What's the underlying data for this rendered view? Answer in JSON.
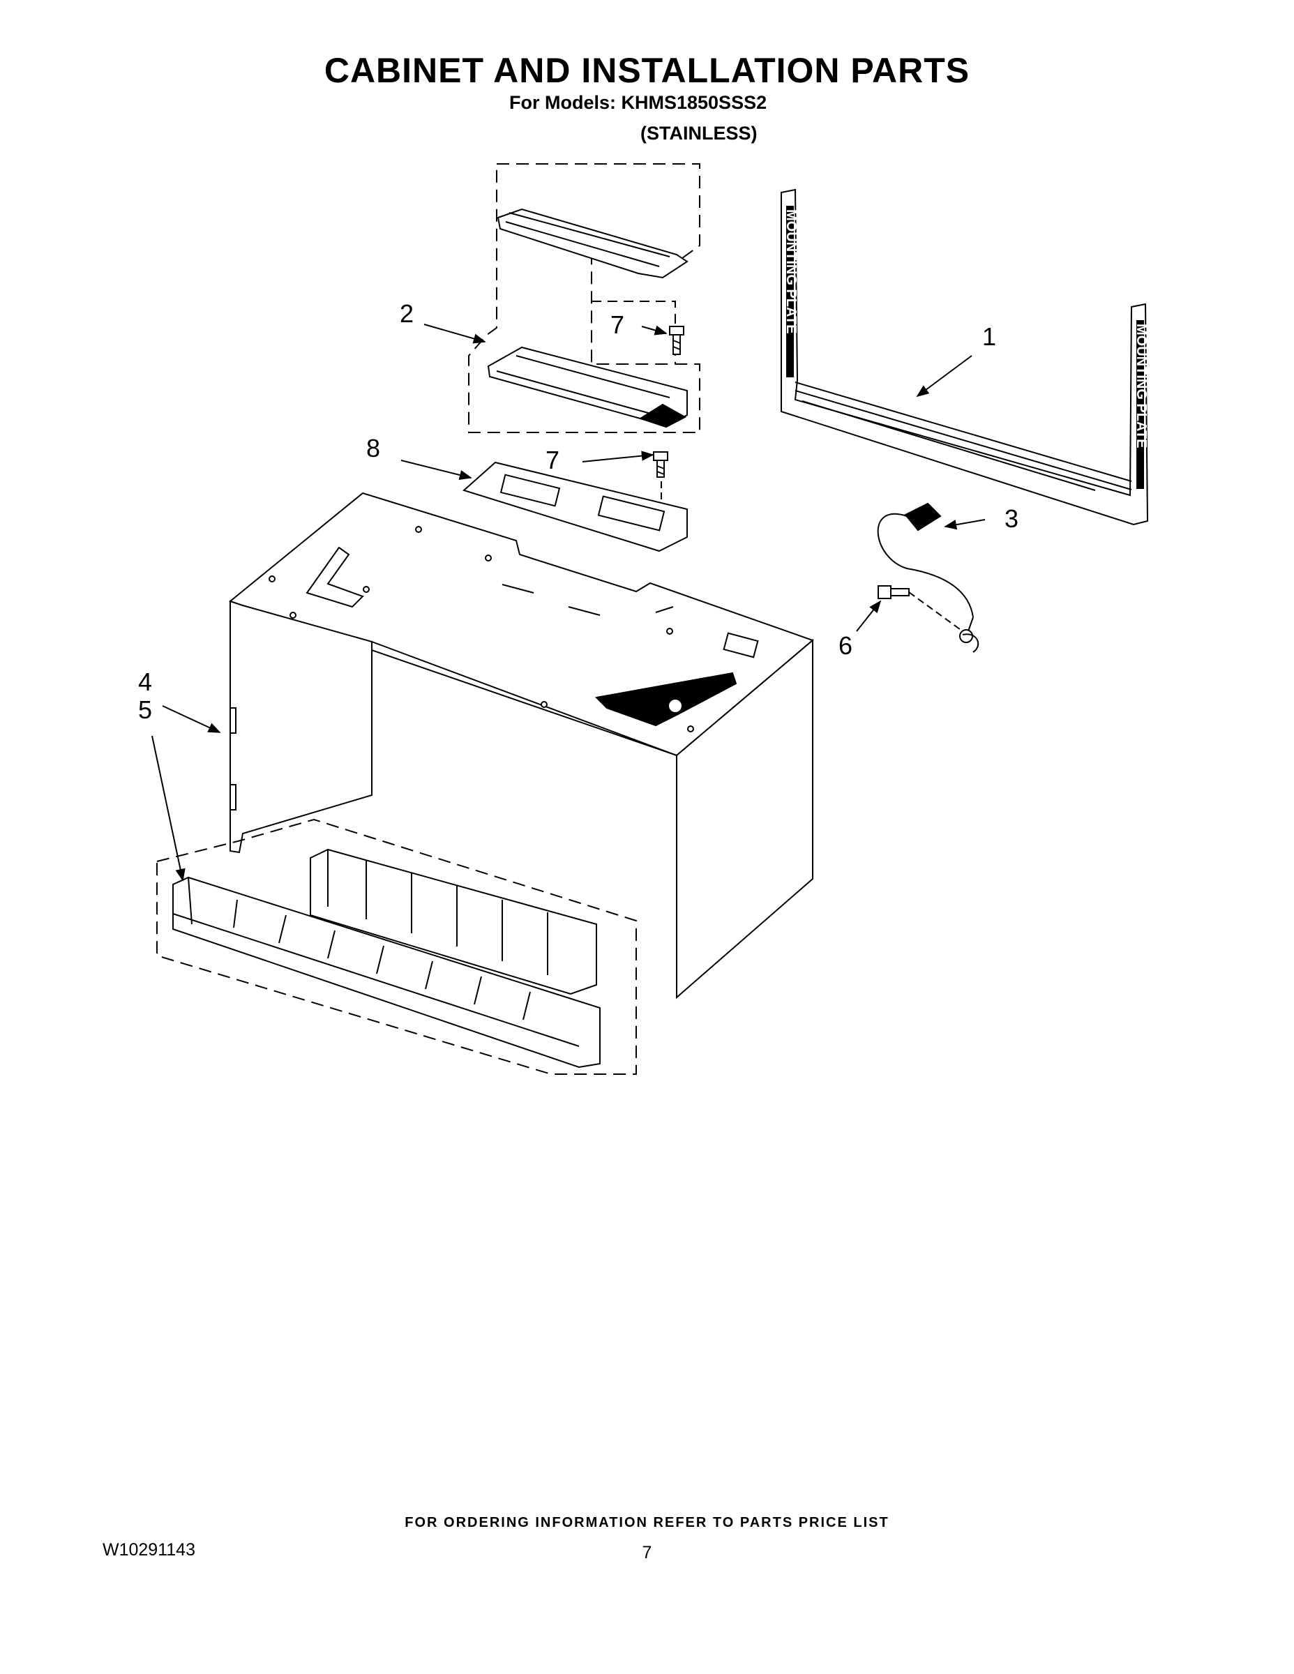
{
  "header": {
    "title": "CABINET AND INSTALLATION PARTS",
    "models_line": "For Models: KHMS1850SSS2",
    "finish_line": "(STAINLESS)"
  },
  "diagram": {
    "plate_label": "MOUNTING PLATE",
    "callouts": {
      "c1": "1",
      "c2": "2",
      "c3": "3",
      "c4": "4",
      "c5": "5",
      "c6": "6",
      "c7a": "7",
      "c7b": "7",
      "c8": "8"
    }
  },
  "footer": {
    "note": "FOR ORDERING INFORMATION REFER TO PARTS PRICE LIST",
    "doc_number": "W10291143",
    "page_number": "7"
  }
}
